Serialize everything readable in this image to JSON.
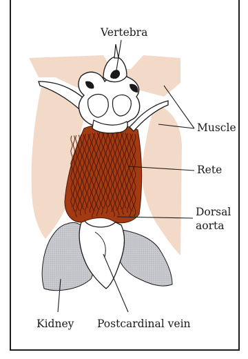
{
  "figure": {
    "labels": {
      "vertebra": "Vertebra",
      "muscle": "Muscle",
      "rete": "Rete",
      "dorsal_aorta_line1": "Dorsal",
      "dorsal_aorta_line2": "aorta",
      "kidney": "Kidney",
      "postcardinal_vein": "Postcardinal vein"
    },
    "colors": {
      "muscle": "#f3d9c8",
      "rete": "#a33a12",
      "rete_vessels": "#4a1605",
      "kidney": "#c9cbd0",
      "bone": "#ffffff",
      "outline": "#1a1a1a"
    }
  }
}
